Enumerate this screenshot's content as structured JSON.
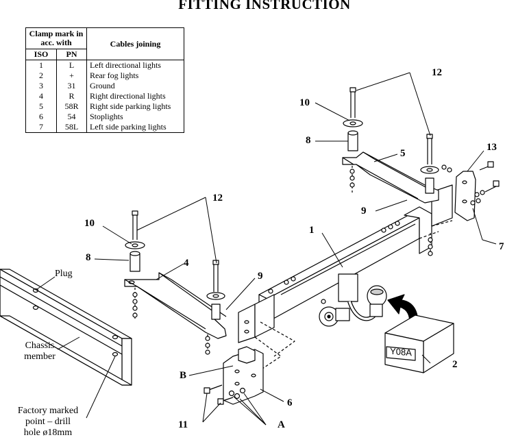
{
  "title": "FITTING INSTRUCTION",
  "table": {
    "header_clamp": "Clamp mark in acc. with",
    "header_cables": "Cables joining",
    "col_iso": "ISO",
    "col_pn": "PN",
    "rows": [
      {
        "iso": "1",
        "pn": "L",
        "cable": "Left directional lights"
      },
      {
        "iso": "2",
        "pn": "+",
        "cable": "Rear fog lights"
      },
      {
        "iso": "3",
        "pn": "31",
        "cable": "Ground"
      },
      {
        "iso": "4",
        "pn": "R",
        "cable": "Right directional lights"
      },
      {
        "iso": "5",
        "pn": "58R",
        "cable": "Right side parking lights"
      },
      {
        "iso": "6",
        "pn": "54",
        "cable": "Stoplights"
      },
      {
        "iso": "7",
        "pn": "58L",
        "cable": "Left side parking lights"
      }
    ]
  },
  "callouts": {
    "c1": "1",
    "c2": "2",
    "c4": "4",
    "c5": "5",
    "c6": "6",
    "c7": "7",
    "c8a": "8",
    "c8b": "8",
    "c9a": "9",
    "c9b": "9",
    "c10a": "10",
    "c10b": "10",
    "c11": "11",
    "c12a": "12",
    "c12b": "12",
    "c13": "13",
    "cA": "A",
    "cB": "B"
  },
  "notes": {
    "plug": "Plug",
    "chassis_line1": "Chassis",
    "chassis_line2": "member",
    "factory_line1": "Factory marked",
    "factory_line2": "point – drill",
    "factory_line3": "hole ø18mm",
    "box_code": "Y08A"
  }
}
